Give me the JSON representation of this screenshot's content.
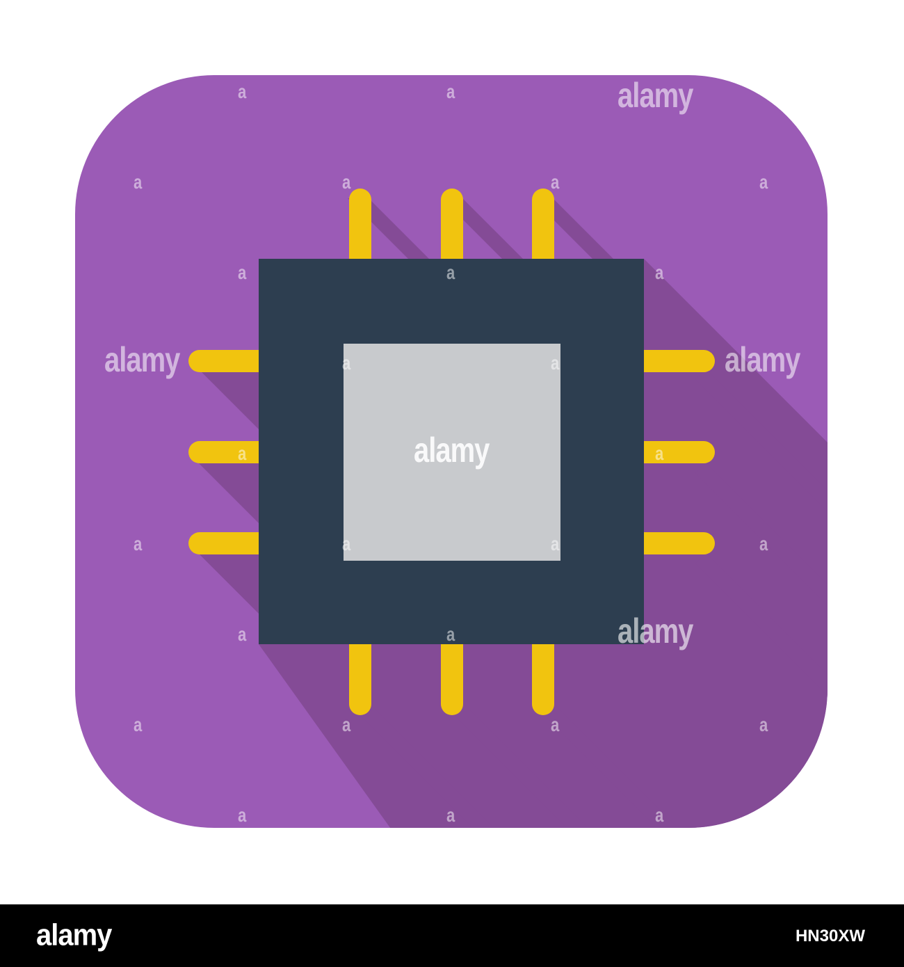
{
  "icon": {
    "name": "microchip-icon",
    "colors": {
      "background": "#9b5bb6",
      "shadow": "#844b96",
      "chip_body": "#2d3e50",
      "chip_core": "#c8cacd",
      "pins": "#f1c40f"
    }
  },
  "watermark": {
    "brand": "alamy",
    "mark": "a"
  },
  "footer": {
    "logo": "alamy",
    "image_id": "HN30XW"
  }
}
